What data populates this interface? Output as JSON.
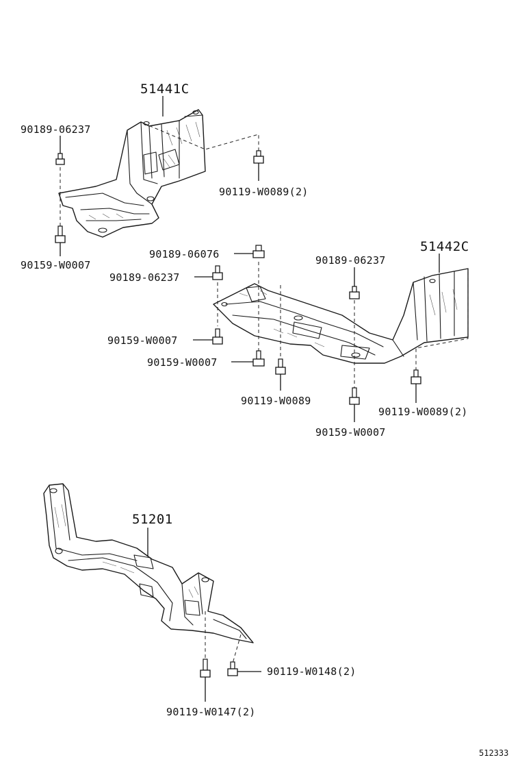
{
  "diagram": {
    "footer_id": "512333",
    "callouts": {
      "c51441c": "51441C",
      "c51442c": "51442C",
      "c51201": "51201",
      "a_90189_06237": "90189-06237",
      "a_90119_w0089_2": "90119-W0089(2)",
      "a_90159_w0007": "90159-W0007",
      "b_90189_06076": "90189-06076",
      "b_90189_06237_left": "90189-06237",
      "b_90189_06237_right": "90189-06237",
      "b_90159_w0007_a": "90159-W0007",
      "b_90159_w0007_b": "90159-W0007",
      "b_90119_w0089": "90119-W0089",
      "b_90119_w0089_2": "90119-W0089(2)",
      "b_90159_w0007_c": "90159-W0007",
      "c_90119_w0148_2": "90119-W0148(2)",
      "c_90119_w0147_2": "90119-W0147(2)"
    }
  }
}
